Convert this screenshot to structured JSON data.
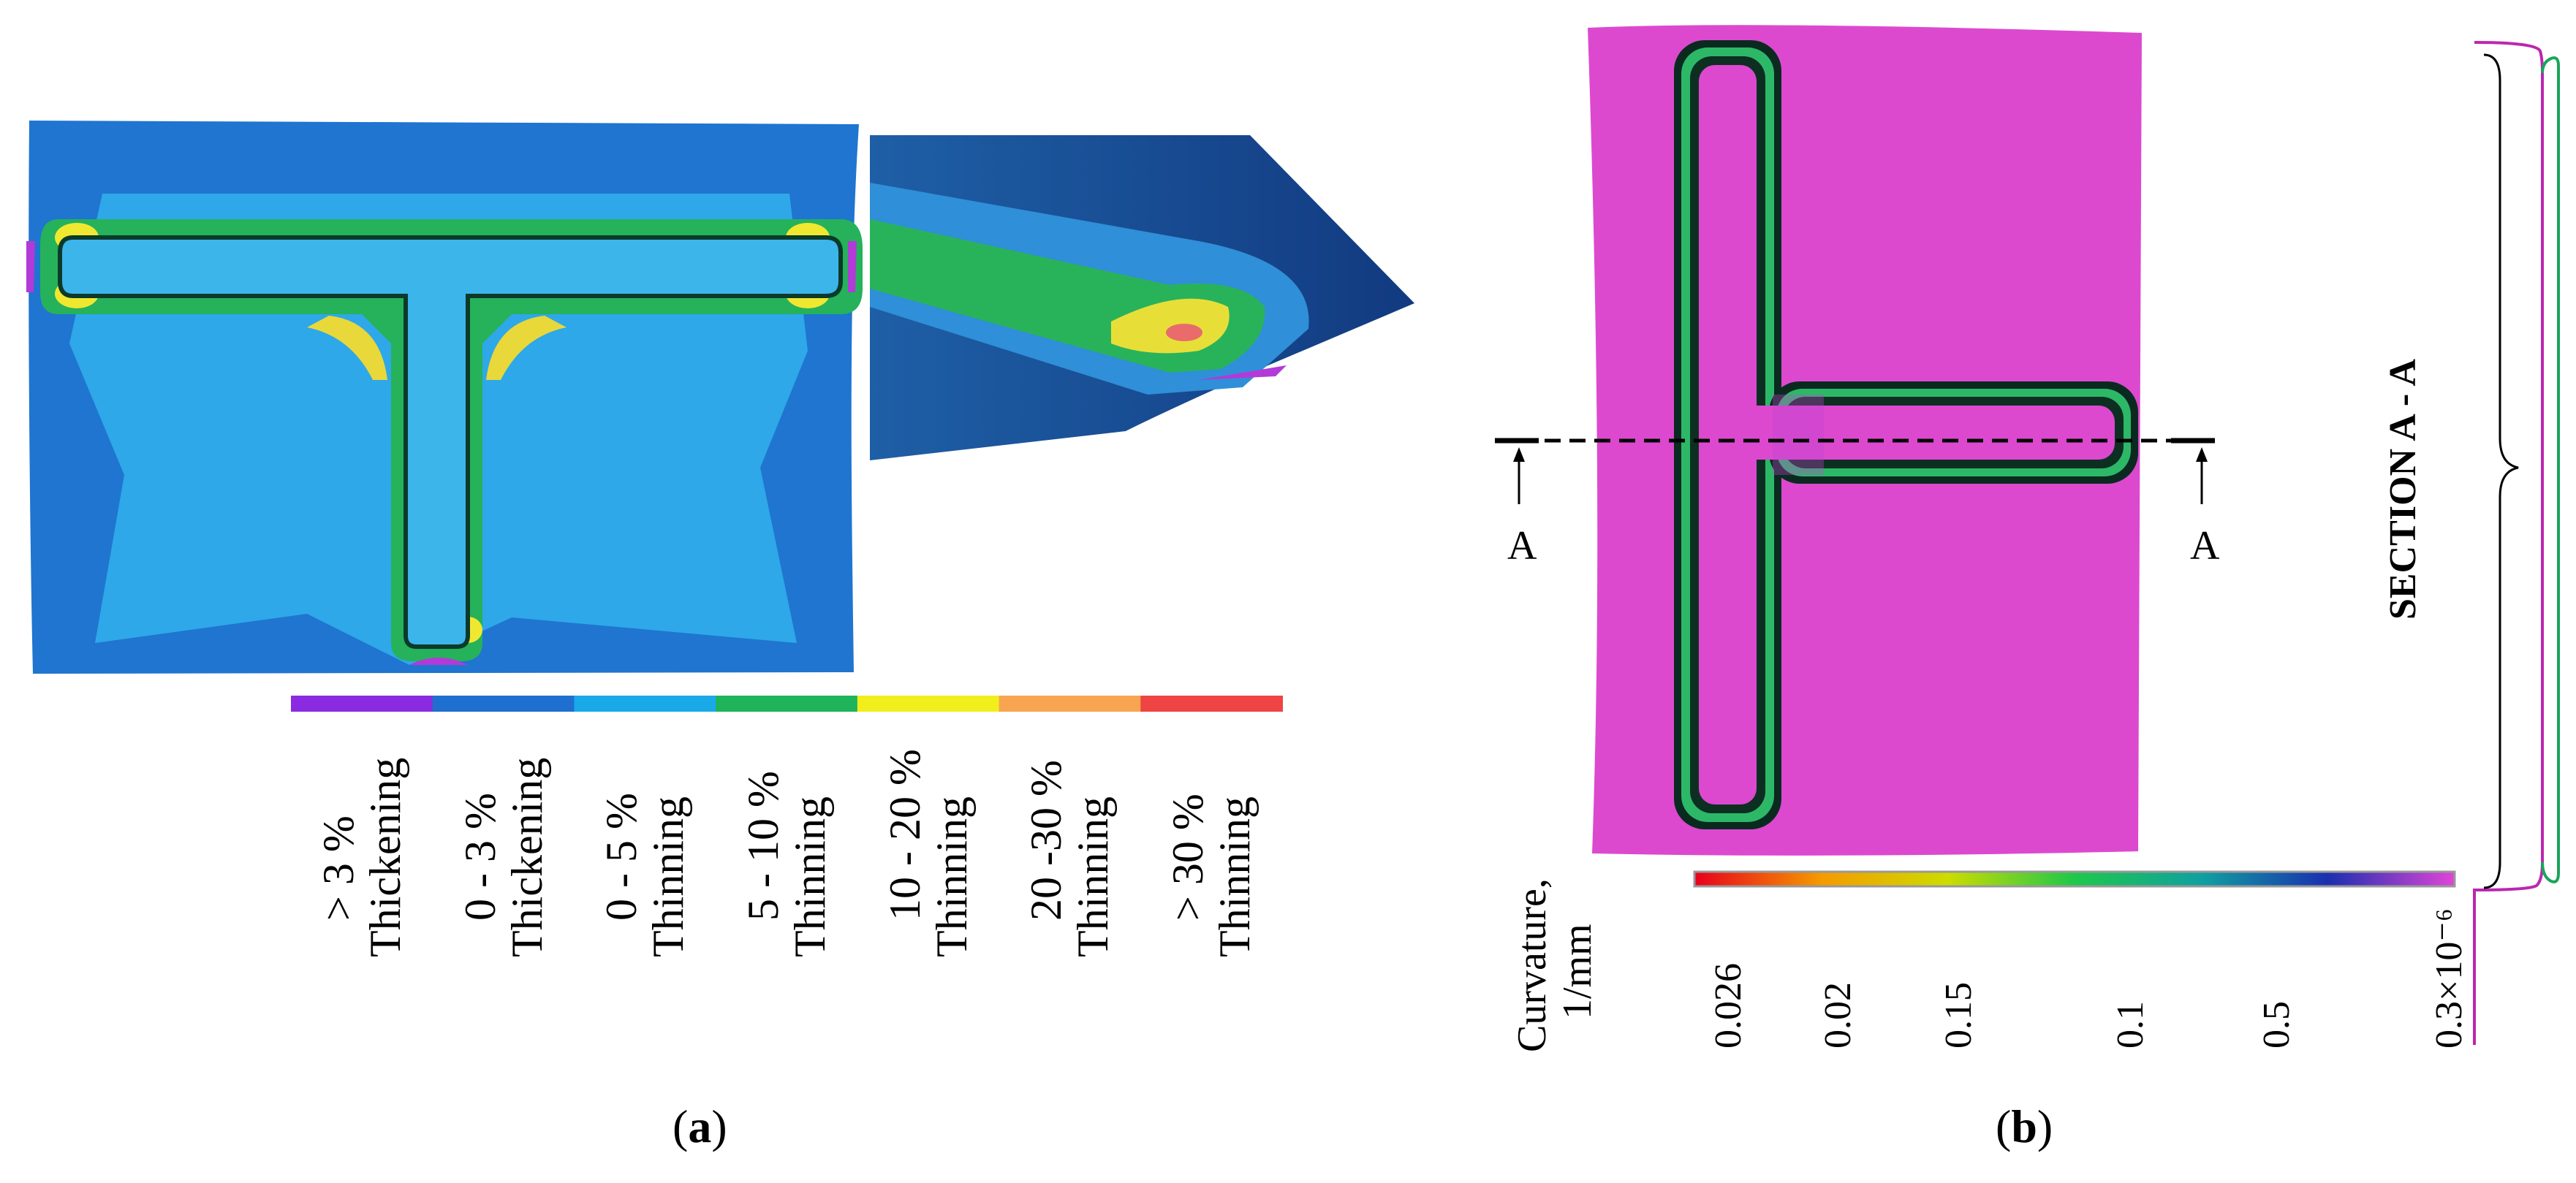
{
  "panel_a": {
    "caption_letter": "a",
    "legend": [
      {
        "range": "> 3 %",
        "kind": "Thickening",
        "color": "#8a2be2"
      },
      {
        "range": "0 - 3 %",
        "kind": "Thickening",
        "color": "#1f6fd1"
      },
      {
        "range": "0 - 5 %",
        "kind": "Thinning",
        "color": "#19a9e8"
      },
      {
        "range": "5 - 10 %",
        "kind": "Thinning",
        "color": "#1fb35a"
      },
      {
        "range": "10 - 20 %",
        "kind": "Thinning",
        "color": "#f2ee1c"
      },
      {
        "range": "20 -30 %",
        "kind": "Thinning",
        "color": "#f7a550"
      },
      {
        "range": "> 30 %",
        "kind": "Thinning",
        "color": "#ee4444"
      }
    ]
  },
  "panel_b": {
    "caption_letter": "b",
    "section_title": "SECTION A - A",
    "marker_left": "A",
    "marker_right": "A",
    "colorbar_title_line1": "Curvature,",
    "colorbar_title_line2": "1/mm",
    "colorbar_ticks": [
      "0.026",
      "0.02",
      "0.15",
      "0.1",
      "0.5",
      "0.3×10⁻⁶"
    ],
    "colorbar_colors": [
      "#e8001c",
      "#f59a00",
      "#cddc00",
      "#1ec84a",
      "#10a0a0",
      "#1a2fb0",
      "#e045d8"
    ]
  }
}
